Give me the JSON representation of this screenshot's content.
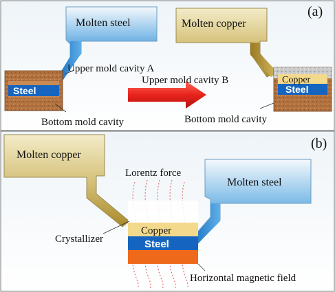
{
  "panel_a": {
    "tag": "(a)",
    "left_setup": {
      "ladle_label": "Molten steel",
      "upper_cavity_label": "Upper mold cavity A",
      "steel_label": "Steel",
      "bottom_cavity_label": "Bottom mold cavity"
    },
    "right_setup": {
      "ladle_label": "Molten copper",
      "upper_cavity_label": "Upper mold cavity B",
      "copper_label": "Copper",
      "steel_label": "Steel",
      "bottom_cavity_label": "Bottom mold cavity"
    }
  },
  "panel_b": {
    "tag": "(b)",
    "copper_ladle_label": "Molten copper",
    "steel_ladle_label": "Molten steel",
    "force_label": "Lorentz force",
    "crystallizer_label": "Crystallizer",
    "copper_label": "Copper",
    "steel_label": "Steel",
    "field_label": "Horizontal magnetic field"
  },
  "colors": {
    "molten_steel": "#1a78c8",
    "molten_copper": "#a88a2a",
    "steel_layer": "#1565c0",
    "copper_layer": "#f3d98c",
    "mold_sand": "#b0703e",
    "arrow": "#e8231c",
    "field_layer": "#ee6a1a",
    "field_lines": "#e07070"
  }
}
